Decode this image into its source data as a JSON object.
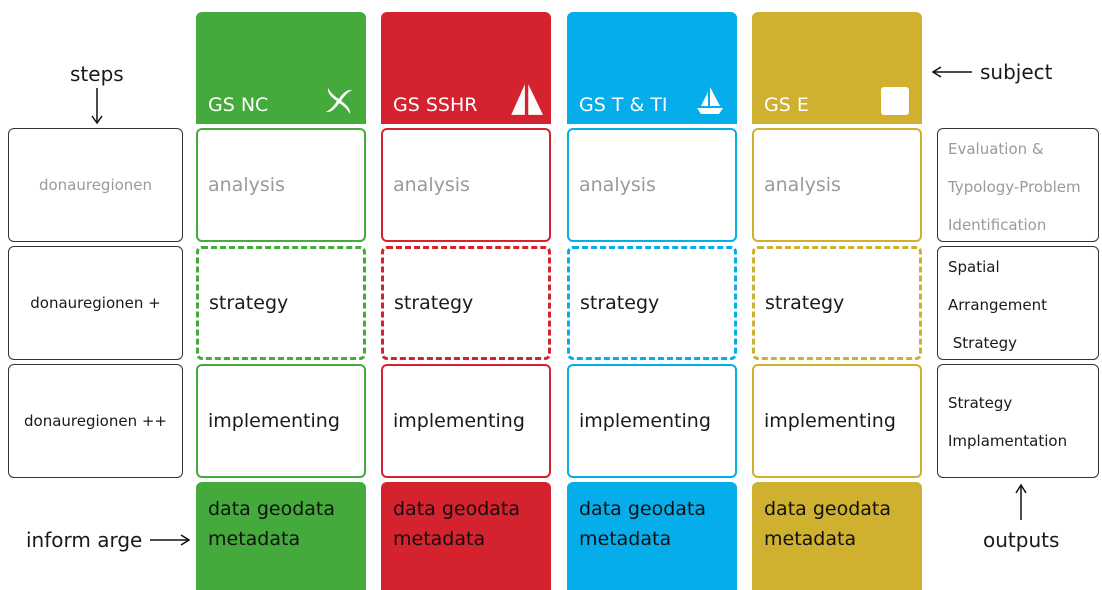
{
  "labels": {
    "steps": "steps",
    "subject": "subject",
    "inform": "inform arge",
    "outputs": "outputs"
  },
  "steps": [
    "donauregionen",
    "donauregionen +",
    "donauregionen ++"
  ],
  "columns": [
    {
      "title": "GS NC",
      "color": "#43aa3b",
      "icon": "pinwheel-icon",
      "analysis": "analysis",
      "strategy": "strategy",
      "implementing": "implementing",
      "data_line1": "data geodata",
      "data_line2": "metadata"
    },
    {
      "title": "GS SSHR",
      "color": "#d4222e",
      "icon": "sail-shapes-icon",
      "analysis": "analysis",
      "strategy": "strategy",
      "implementing": "implementing",
      "data_line1": "data geodata",
      "data_line2": "metadata"
    },
    {
      "title": "GS T & TI",
      "color": "#05aeeb",
      "icon": "sailboat-icon",
      "analysis": "analysis",
      "strategy": "strategy",
      "implementing": "implementing",
      "data_line1": "data geodata",
      "data_line2": "metadata"
    },
    {
      "title": "GS E",
      "color": "#cfb02f",
      "icon": "square-icon",
      "analysis": "analysis",
      "strategy": "strategy",
      "implementing": "implementing",
      "data_line1": "data geodata",
      "data_line2": "metadata"
    }
  ],
  "outputs": [
    {
      "lines": [
        "Evaluation &",
        "Typology-Problem",
        "Identification"
      ],
      "muted": true
    },
    {
      "lines": [
        "Spatial",
        "Arrangement",
        " Strategy"
      ],
      "muted": false
    },
    {
      "lines": [
        "Strategy",
        "Implamentation"
      ],
      "muted": false
    }
  ]
}
